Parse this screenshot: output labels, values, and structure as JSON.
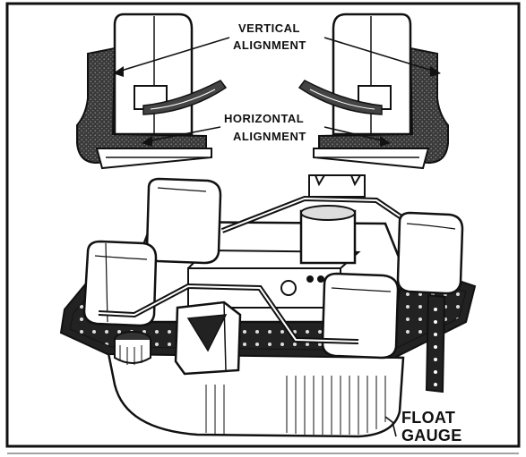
{
  "labels": {
    "vertical_line1": "VERTICAL",
    "vertical_line2": "ALIGNMENT",
    "horizontal_line1": "HORIZONTAL",
    "horizontal_line2": "ALIGNMENT",
    "float_gauge_line1": "FLOAT",
    "float_gauge_line2": "GAUGE"
  }
}
